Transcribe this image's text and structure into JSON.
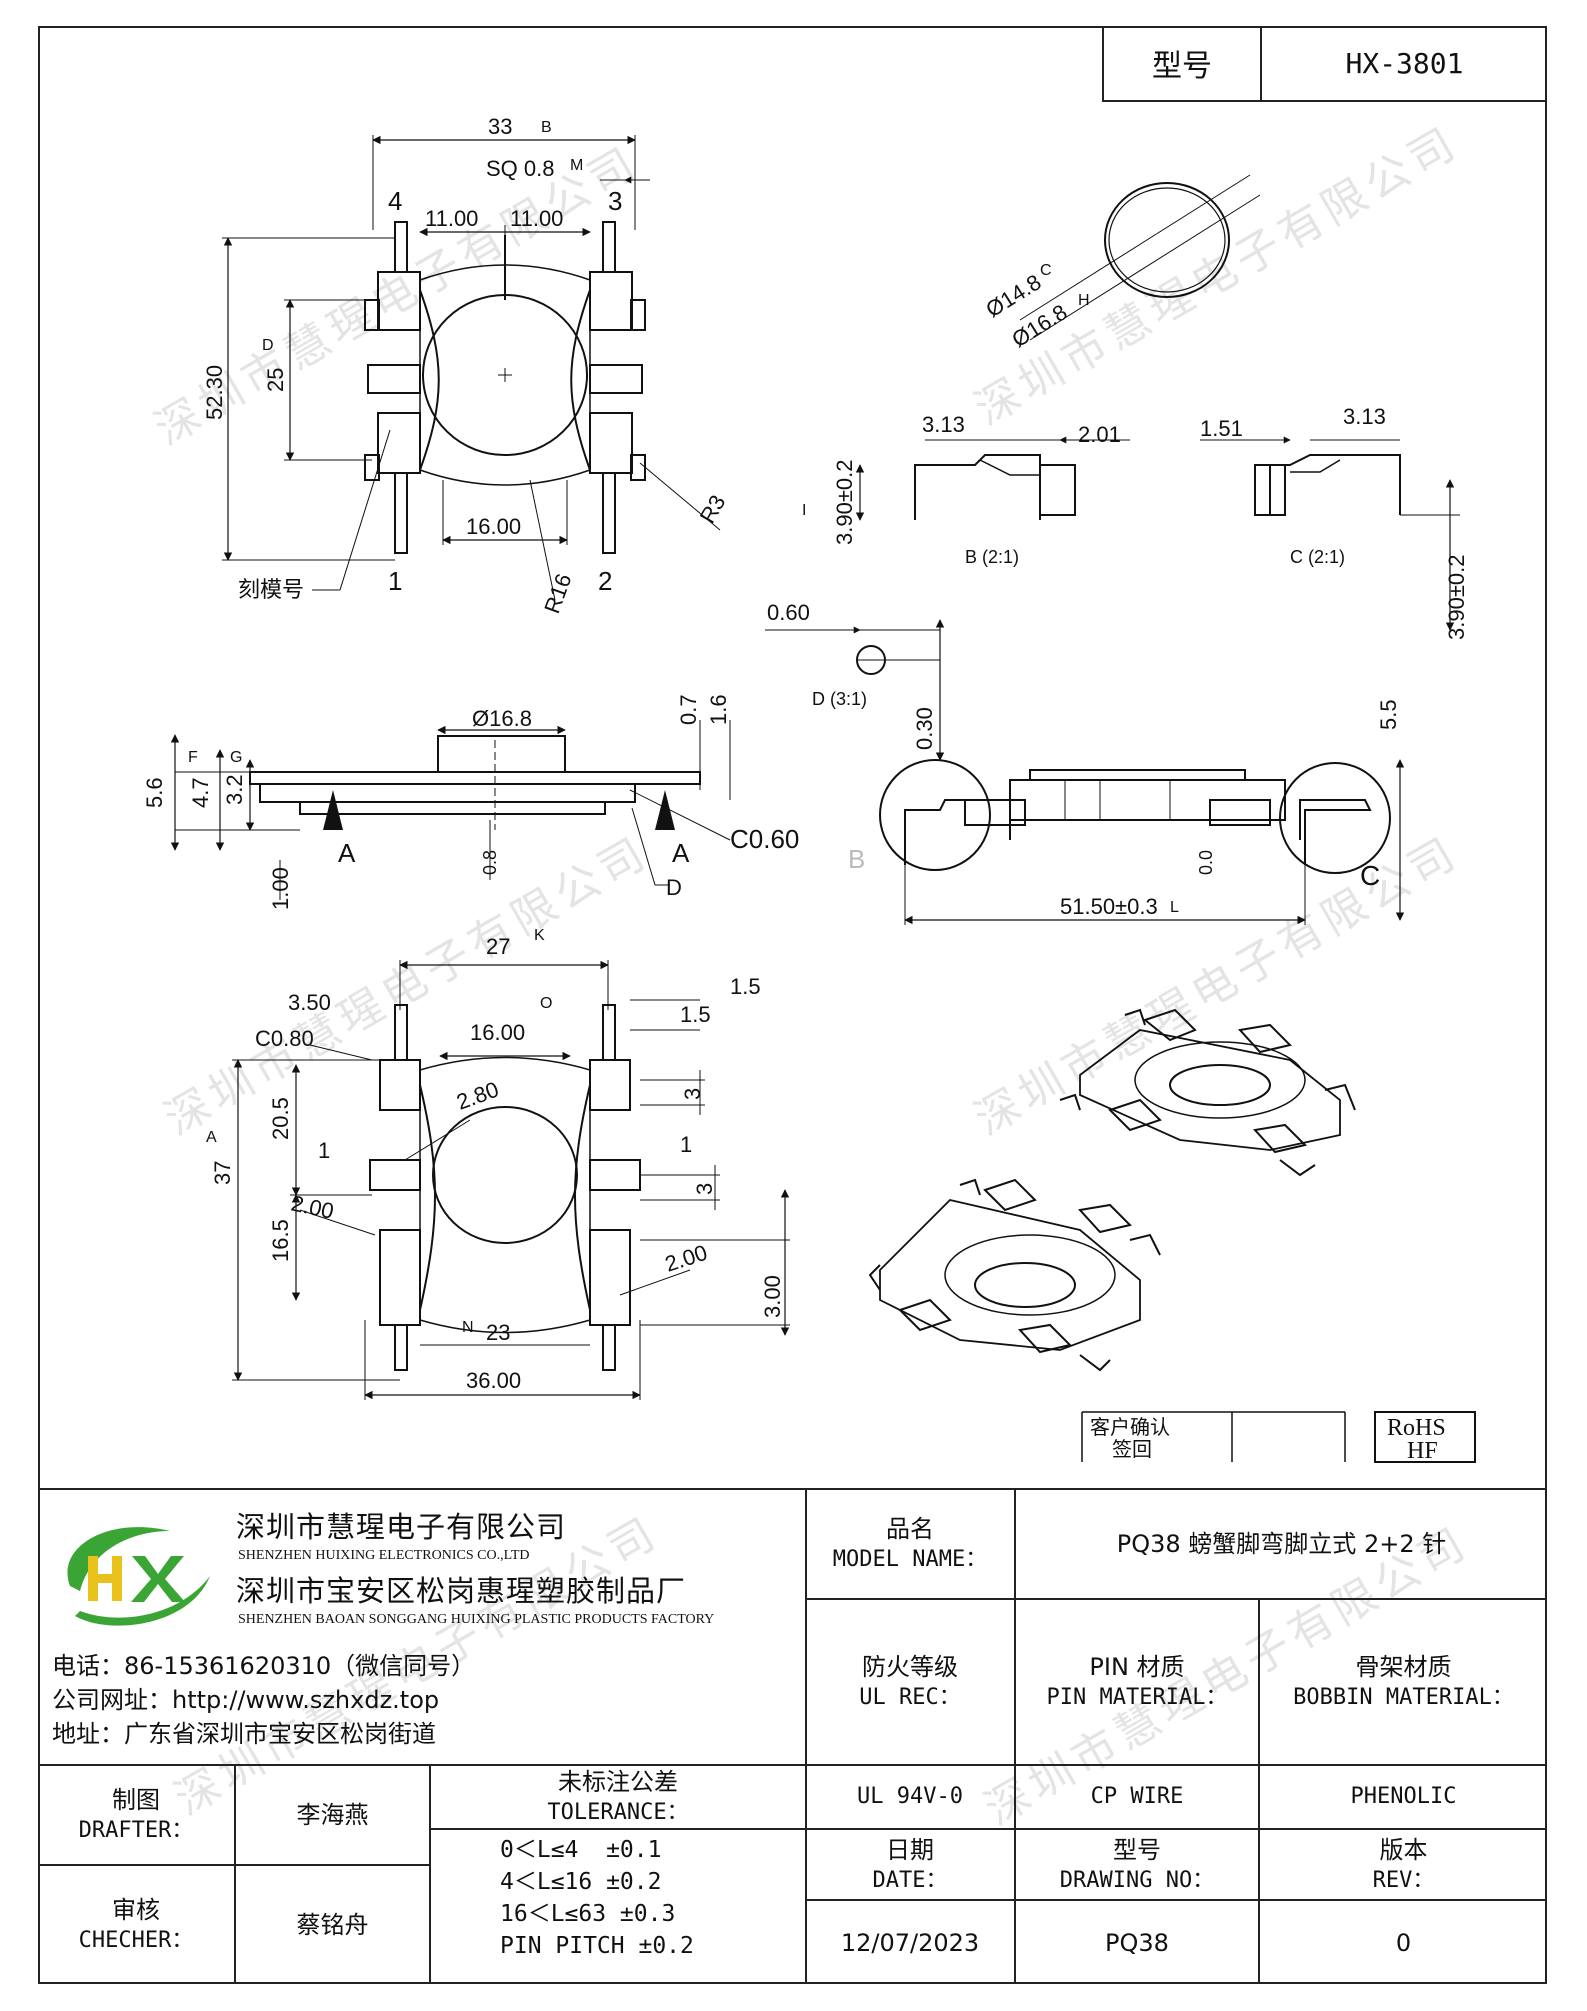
{
  "header": {
    "model_label": "型号",
    "model_value": "HX-3801"
  },
  "watermark": "深圳市慧瑆电子有限公司",
  "drawing": {
    "top_view": {
      "dims": [
        "33",
        "B",
        "SQ 0.8",
        "M",
        "11.00",
        "11.00",
        "4",
        "3",
        "1",
        "2",
        "52.30",
        "25",
        "D",
        "16.00",
        "R3",
        "R16",
        "刻模号"
      ]
    },
    "circle_view": {
      "dims": [
        "Ø14.8",
        "C",
        "Ø16.8",
        "H"
      ]
    },
    "detail_b": {
      "label": "B (2:1)",
      "dims": [
        "3.13",
        "2.01",
        "3.90±0.2",
        "I"
      ]
    },
    "detail_c": {
      "label": "C (2:1)",
      "dims": [
        "1.51",
        "3.13",
        "3.90±0.2"
      ]
    },
    "detail_d": {
      "label": "D (3:1)",
      "dims": [
        "0.60",
        "0.30"
      ]
    },
    "side_view": {
      "dims": [
        "Ø16.8",
        "0.7",
        "1.6",
        "F",
        "G",
        "5.6",
        "4.7",
        "3.2",
        "A",
        "A",
        "C0.60",
        "D",
        "1.00",
        "0.8"
      ]
    },
    "front_view": {
      "dims": [
        "5.5",
        "0.0",
        "B",
        "C",
        "51.50±0.3",
        "L"
      ]
    },
    "bottom_view": {
      "dims": [
        "27",
        "K",
        "O",
        "1.5",
        "1.5",
        "3.50",
        "C0.80",
        "16.00",
        "A",
        "37",
        "20.5",
        "2.80",
        "3",
        "1",
        "1",
        "3",
        "2.00",
        "16.5",
        "2.00",
        "3.00",
        "N",
        "23",
        "36.00"
      ]
    },
    "stamp": {
      "customer_confirm": "客户确认",
      "sign": "签回",
      "rohs": "RoHS",
      "hf": "HF"
    }
  },
  "title_block": {
    "company": {
      "logo_text": "HX",
      "name_cn": "深圳市慧瑆电子有限公司",
      "name_en": "SHENZHEN HUIXING ELECTRONICS CO.,LTD",
      "factory_cn": "深圳市宝安区松岗惠瑆塑胶制品厂",
      "factory_en": "SHENZHEN BAOAN SONGGANG HUIXING PLASTIC PRODUCTS FACTORY",
      "phone": "电话：86-15361620310（微信同号）",
      "website": "公司网址：http://www.szhxdz.top",
      "address": "地址：广东省深圳市宝安区松岗街道"
    },
    "model_name_label_cn": "品名",
    "model_name_label_en": "MODEL NAME：",
    "model_name_value": "PQ38 螃蟹脚弯脚立式 2+2 针",
    "fire_label_cn": "防火等级",
    "fire_label_en": "UL REC：",
    "pin_label_cn": "PIN 材质",
    "pin_label_en": "PIN MATERIAL：",
    "bobbin_label_cn": "骨架材质",
    "bobbin_label_en": "BOBBIN MATERIAL：",
    "fire_value": "UL 94V-0",
    "pin_value": "CP WIRE",
    "bobbin_value": "PHENOLIC",
    "drafter_cn": "制图",
    "drafter_en": "DRAFTER：",
    "drafter_name": "李海燕",
    "checker_cn": "审核",
    "checker_en": "CHECHER：",
    "checker_name": "蔡铭舟",
    "tolerance_cn": "未标注公差",
    "tolerance_en": "TOLERANCE：",
    "tolerances": [
      "0＜L≤4  ±0.1",
      "4＜L≤16 ±0.2",
      "16＜L≤63 ±0.3",
      "PIN PITCH ±0.2"
    ],
    "date_cn": "日期",
    "date_en": "DATE：",
    "drawing_no_cn": "型号",
    "drawing_no_en": "DRAWING NO：",
    "rev_cn": "版本",
    "rev_en": "REV：",
    "date_value": "12/07/2023",
    "drawing_no_value": "PQ38",
    "rev_value": "0"
  },
  "colors": {
    "logo_green": "#3aa535",
    "logo_yellow": "#e8c21a",
    "line": "#222222",
    "watermark": "#e4e4e4"
  }
}
